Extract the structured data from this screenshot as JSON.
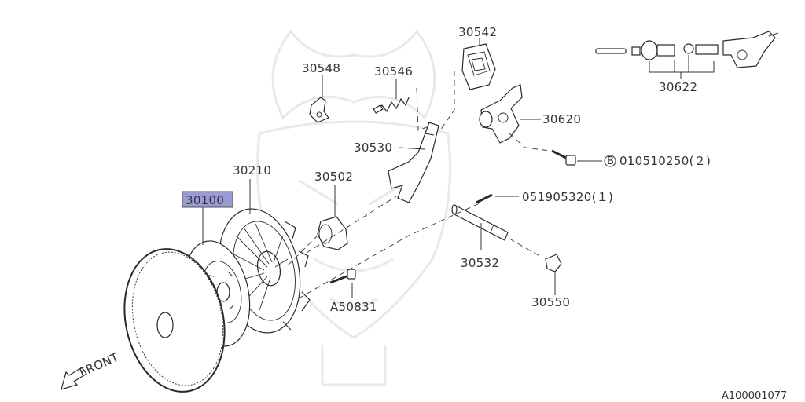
{
  "diagram": {
    "highlight_color": "#9a9ad6",
    "line_color": "#333333",
    "parts": {
      "p30542": "30542",
      "p30622": "30622",
      "p30548": "30548",
      "p30546": "30546",
      "p30620": "30620",
      "p30530": "30530",
      "bolt_b": "010510250(２)",
      "b_marker": "B",
      "p30210": "30210",
      "p30502": "30502",
      "p30100": "30100",
      "pin": "051905320(１)",
      "p30532": "30532",
      "a50831": "A50831",
      "p30550": "30550",
      "front": "FRONT"
    },
    "figure_id": "A100001077"
  }
}
